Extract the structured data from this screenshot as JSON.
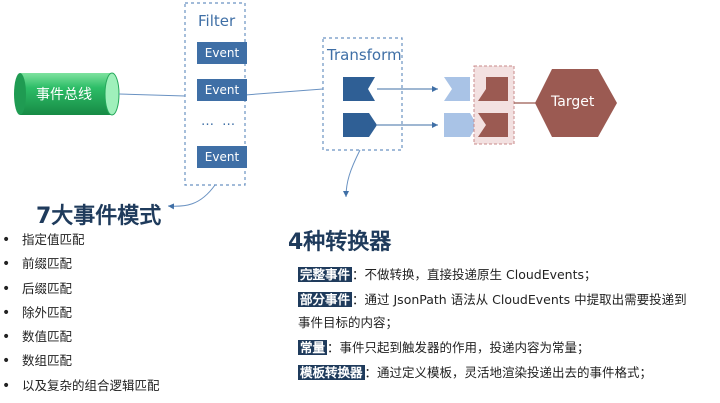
{
  "diagram": {
    "event_bus_label": "事件总线",
    "filter": {
      "title": "Filter",
      "events": [
        "Event",
        "Event",
        "Event"
      ],
      "ellipsis": "… …"
    },
    "transform_title": "Transform",
    "target_label": "Target"
  },
  "modes": {
    "heading": "7大事件模式",
    "items": [
      "指定值匹配",
      "前缀匹配",
      "后缀匹配",
      "除外匹配",
      "数值匹配",
      "数组匹配",
      "以及复杂的组合逻辑匹配"
    ]
  },
  "converters": {
    "heading": "4种转换器",
    "items": [
      {
        "tag": "完整事件",
        "text": "：不做转换，直接投递原生 CloudEvents；"
      },
      {
        "tag": "部分事件",
        "text": "：通过 JsonPath 语法从 CloudEvents 中提取出需要投递到",
        "continuation": "事件目标的内容；"
      },
      {
        "tag": "常量",
        "text": "：事件只起到触发器的作用，投递内容为常量；"
      },
      {
        "tag": "模板转换器",
        "text": "：通过定义模板，灵活地渲染投递出去的事件格式；"
      }
    ]
  },
  "colors": {
    "event_bus": "#27b35f",
    "blue": "#3f6fa6",
    "light_blue": "#a9c3e6",
    "target": "#9b5a52",
    "dark_navy": "#1f3b5c"
  }
}
